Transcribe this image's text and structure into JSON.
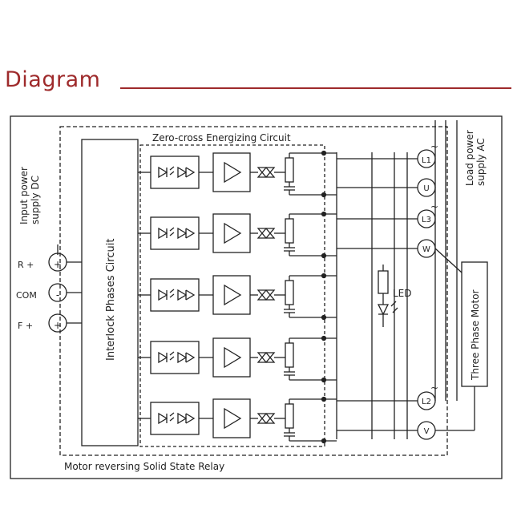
{
  "heading": {
    "title": "Diagram"
  },
  "diagram": {
    "zero_cross_label": "Zero-cross Energizing Circuit",
    "interlock_label": "Interlock Phases Circuit",
    "input_supply_label": [
      "Input power",
      "supply DC"
    ],
    "load_supply_label": [
      "Load power",
      "supply AC"
    ],
    "motor_label": "Three Phase Motor",
    "relay_label": "Motor reversing Solid State Relay",
    "led_label": "LED",
    "control_terminals": [
      {
        "label": "R +",
        "symbol": "+"
      },
      {
        "label": "COM",
        "symbol": "-"
      },
      {
        "label": "F +",
        "symbol": "+"
      }
    ],
    "phase_terminals": [
      "L1",
      "U",
      "L3",
      "W",
      "L2",
      "V"
    ],
    "ac_symbol": "~",
    "colors": {
      "heading": "#9e2a2b",
      "line": "#222222"
    }
  }
}
